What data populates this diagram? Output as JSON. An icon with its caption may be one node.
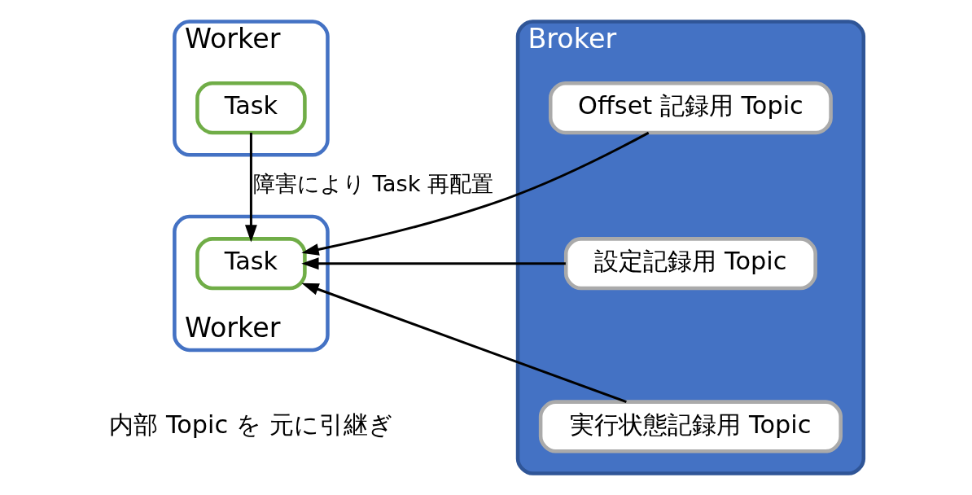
{
  "diagram": {
    "nodes": [
      {
        "text": [
          "Worker"
        ]
      },
      {
        "text": [
          "Task"
        ],
        "in": 0
      },
      {
        "text": [
          "Worker"
        ]
      },
      {
        "text": [
          "Task"
        ],
        "in": 2
      },
      {
        "text": [
          "Broker"
        ]
      },
      {
        "text": [
          "Offset 記録用 Topic"
        ],
        "in": 4
      },
      {
        "text": [
          "設定記録用 Topic"
        ],
        "in": 4
      },
      {
        "text": [
          "実行状態記録用 Topic"
        ],
        "in": 4
      }
    ],
    "edges": [
      {
        "from": 1,
        "to": 3,
        "arrow": "to",
        "label": "障害により Task 再配置"
      },
      {
        "from": 5,
        "to": 3,
        "arrow": "to"
      },
      {
        "from": 6,
        "to": 3,
        "arrow": "to"
      },
      {
        "from": 7,
        "to": 3,
        "arrow": "to"
      }
    ],
    "labels": [
      "内部 Topic を 元に引継ぎ"
    ]
  }
}
